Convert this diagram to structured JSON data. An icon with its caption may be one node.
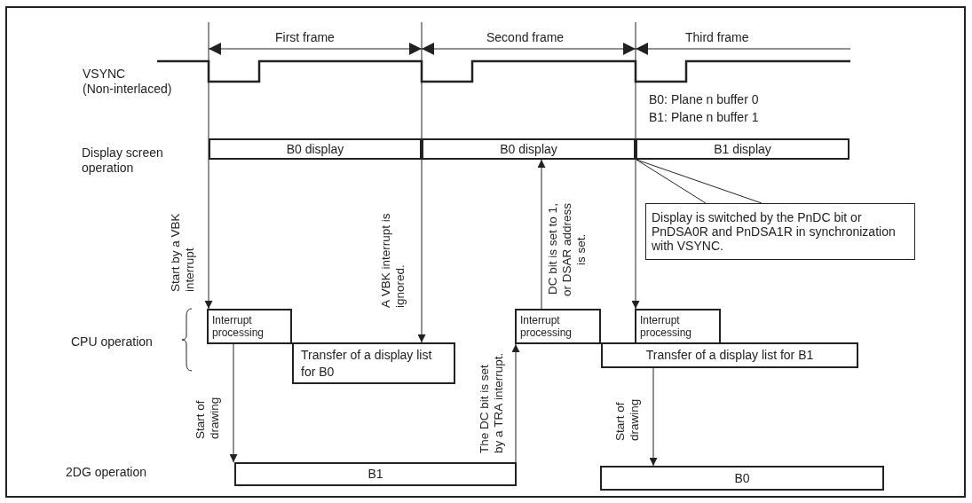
{
  "diagram": {
    "nodes": [
      {
        "text": [
          "B0 display"
        ]
      },
      {
        "text": [
          "B0 display"
        ]
      },
      {
        "text": [
          "B1 display"
        ]
      },
      {
        "text": [
          "Display is switched by the PnDC bit or PnDSA0R and PnDSA1R in synchronization with VSYNC."
        ]
      },
      {
        "text": [
          "Interrupt processing"
        ]
      },
      {
        "text": [
          "Transfer of a display list for B0"
        ]
      },
      {
        "text": [
          "Interrupt processing"
        ]
      },
      {
        "text": [
          "Interrupt processing"
        ]
      },
      {
        "text": [
          "Transfer of a display list for B1"
        ]
      },
      {
        "text": [
          "B1"
        ]
      },
      {
        "text": [
          "B0"
        ]
      }
    ],
    "edges": [
      {
        "from": null,
        "to": 4,
        "arrow": "to",
        "label": "Start by a VBK interrupt"
      },
      {
        "from": null,
        "to": 5,
        "arrow": "to",
        "label": "A VBK interrupt is ignored."
      },
      {
        "from": 4,
        "to": 9,
        "arrow": "to",
        "label": "Start of drawing"
      },
      {
        "from": 9,
        "to": 6,
        "arrow": "to",
        "label": "The DC bit is set by a TRA interrupt."
      },
      {
        "from": 6,
        "to": 1,
        "arrow": "to",
        "label": "DC bit is set to 1, or DSAR address is set."
      },
      {
        "from": null,
        "to": 7,
        "arrow": "to"
      },
      {
        "from": 8,
        "to": 10,
        "arrow": "to",
        "label": "Start of drawing"
      },
      {
        "from": 3,
        "to": null,
        "arrow": "none"
      }
    ],
    "labels": [
      "First frame",
      "Second frame",
      "Third frame",
      "VSYNC (Non-interlaced)",
      "B0: Plane n buffer 0",
      "B1: Plane n buffer 1",
      "Display screen operation",
      "CPU operation",
      "2DG operation"
    ]
  }
}
